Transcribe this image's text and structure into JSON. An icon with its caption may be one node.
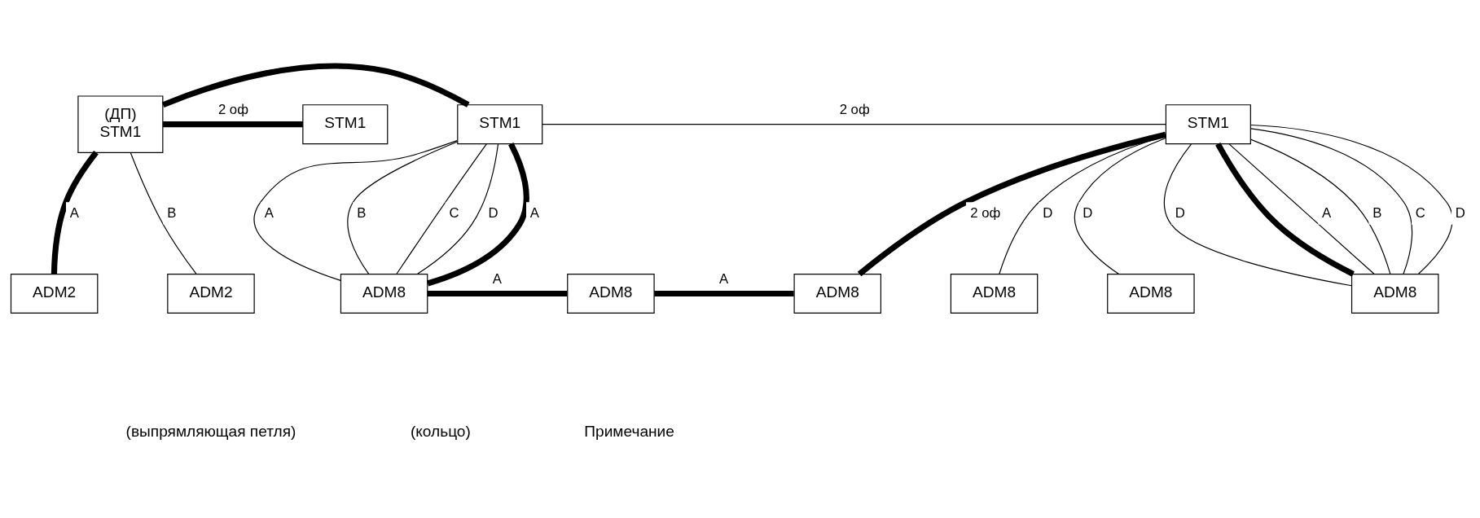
{
  "diagram": {
    "nodes": [
      {
        "text": [
          "(ДП)",
          "STM1"
        ]
      },
      {
        "text": [
          "STM1"
        ]
      },
      {
        "text": [
          "STM1"
        ]
      },
      {
        "text": [
          "STM1"
        ]
      },
      {
        "text": [
          "ADM2"
        ]
      },
      {
        "text": [
          "ADM2"
        ]
      },
      {
        "text": [
          "ADM8"
        ]
      },
      {
        "text": [
          "ADM8"
        ]
      },
      {
        "text": [
          "ADM8"
        ]
      },
      {
        "text": [
          "ADM8"
        ]
      },
      {
        "text": [
          "ADM8"
        ]
      },
      {
        "text": [
          "ADM8"
        ]
      }
    ],
    "edges": [
      {
        "from": 0,
        "to": 3,
        "arrow": "none",
        "style": "thick",
        "label": "2 оф"
      },
      {
        "from": 0,
        "to": 4,
        "arrow": "none",
        "style": "thick",
        "label": "A"
      },
      {
        "from": 0,
        "to": 1,
        "arrow": "none",
        "style": "thick"
      },
      {
        "from": 0,
        "to": 5,
        "arrow": "none",
        "label": "B"
      },
      {
        "from": 1,
        "to": 2,
        "arrow": "none",
        "label": "2 оф"
      },
      {
        "from": 1,
        "to": 6,
        "arrow": "none",
        "label": "A"
      },
      {
        "from": 1,
        "to": 6,
        "arrow": "none",
        "label": "B"
      },
      {
        "from": 1,
        "to": 6,
        "arrow": "none",
        "label": "C"
      },
      {
        "from": 1,
        "to": 6,
        "arrow": "none",
        "label": "D"
      },
      {
        "from": 1,
        "to": 6,
        "arrow": "none",
        "style": "thick",
        "label": "A"
      },
      {
        "from": 6,
        "to": 7,
        "arrow": "none",
        "style": "thick",
        "label": "A"
      },
      {
        "from": 7,
        "to": 8,
        "arrow": "none",
        "style": "thick",
        "label": "A"
      },
      {
        "from": 8,
        "to": 2,
        "arrow": "none",
        "style": "thick",
        "label": "2 оф"
      },
      {
        "from": 9,
        "to": 2,
        "arrow": "none",
        "label": "D"
      },
      {
        "from": 10,
        "to": 2,
        "arrow": "none",
        "label": "D"
      },
      {
        "from": 11,
        "to": 2,
        "arrow": "none",
        "label": "D"
      },
      {
        "from": 2,
        "to": 11,
        "arrow": "none",
        "style": "thick"
      },
      {
        "from": 2,
        "to": 11,
        "arrow": "none",
        "label": "A"
      },
      {
        "from": 2,
        "to": 11,
        "arrow": "none",
        "label": "B"
      },
      {
        "from": 2,
        "to": 11,
        "arrow": "none",
        "label": "C"
      },
      {
        "from": 2,
        "to": 11,
        "arrow": "none",
        "label": "D"
      }
    ],
    "labels": [
      "(выпрямляющая петля)",
      "(кольцо)",
      "Примечание"
    ]
  }
}
